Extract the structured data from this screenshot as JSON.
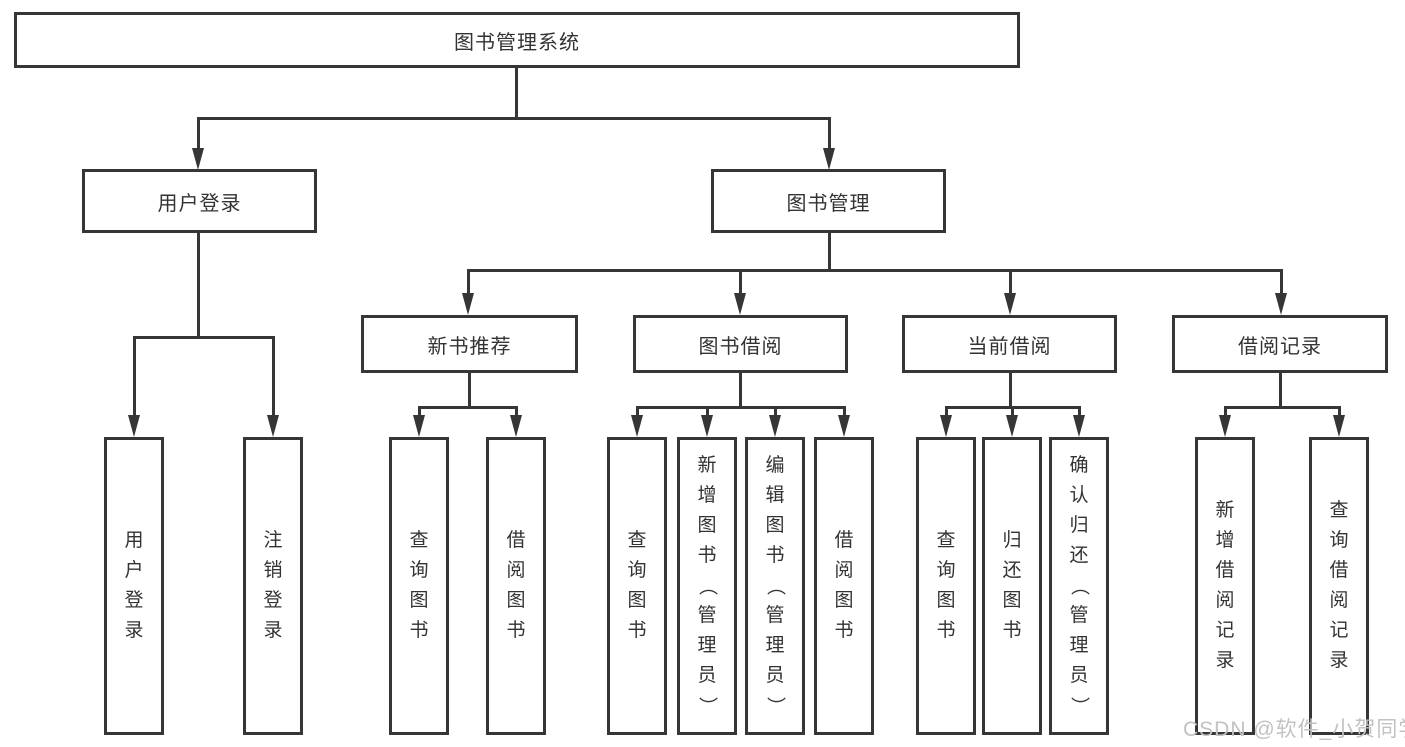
{
  "tree": {
    "label": "图书管理系统",
    "children": [
      {
        "label": "用户登录",
        "children": [
          {
            "label": "用户登录"
          },
          {
            "label": "注销登录"
          }
        ]
      },
      {
        "label": "图书管理",
        "children": [
          {
            "label": "新书推荐",
            "children": [
              {
                "label": "查询图书"
              },
              {
                "label": "借阅图书"
              }
            ]
          },
          {
            "label": "图书借阅",
            "children": [
              {
                "label": "查询图书"
              },
              {
                "label": "新增图书（管理员）"
              },
              {
                "label": "编辑图书（管理员）"
              },
              {
                "label": "借阅图书"
              }
            ]
          },
          {
            "label": "当前借阅",
            "children": [
              {
                "label": "查询图书"
              },
              {
                "label": "归还图书"
              },
              {
                "label": "确认归还（管理员）"
              }
            ]
          },
          {
            "label": "借阅记录",
            "children": [
              {
                "label": "新增借阅记录"
              },
              {
                "label": "查询借阅记录"
              }
            ]
          }
        ]
      }
    ]
  },
  "watermark": {
    "text": "CSDN @软件_小贺同学"
  },
  "colors": {
    "line": "#363636",
    "text": "#333333",
    "watermark": "#c2c2c2",
    "background": "#ffffff"
  }
}
